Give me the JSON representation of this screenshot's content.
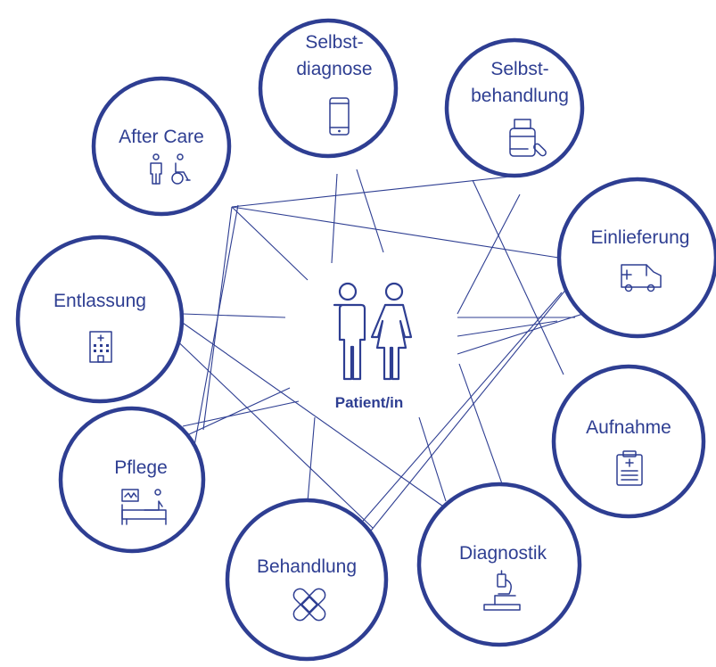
{
  "center": {
    "label": "Patient/in",
    "icon": "patient-couple-icon"
  },
  "nodes": {
    "selbstdiagnose": {
      "line1": "Selbst-",
      "line2": "diagnose",
      "icon": "smartphone-icon"
    },
    "selbstbehandlung": {
      "line1": "Selbst-",
      "line2": "behandlung",
      "icon": "medicine-bottle-icon"
    },
    "einlieferung": {
      "label": "Einlieferung",
      "icon": "ambulance-icon"
    },
    "aufnahme": {
      "label": "Aufnahme",
      "icon": "clipboard-icon"
    },
    "diagnostik": {
      "label": "Diagnostik",
      "icon": "microscope-icon"
    },
    "behandlung": {
      "label": "Behandlung",
      "icon": "bandage-icon"
    },
    "pflege": {
      "label": "Pflege",
      "icon": "hospital-bed-icon"
    },
    "entlassung": {
      "label": "Entlassung",
      "icon": "hospital-building-icon"
    },
    "aftercare": {
      "label": "After Care",
      "icon": "wheelchair-icon"
    }
  },
  "colors": {
    "primary": "#2e3e92",
    "background": "#ffffff"
  }
}
